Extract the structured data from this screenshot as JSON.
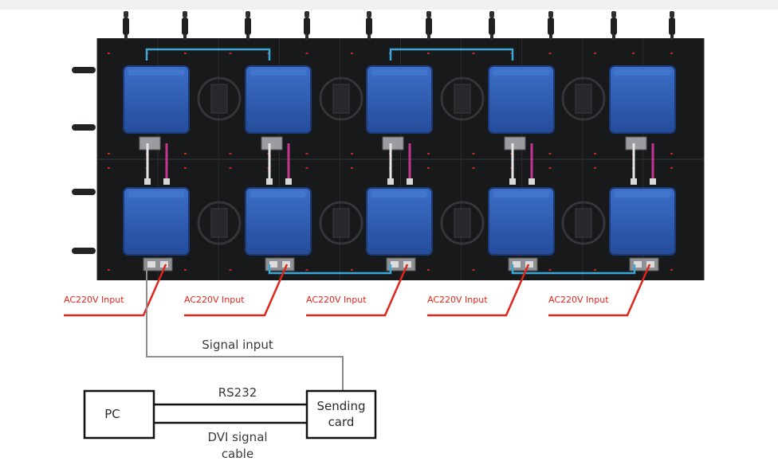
{
  "power_labels": [
    "AC220V Input",
    "AC220V Input",
    "AC220V Input",
    "AC220V Input",
    "AC220V Input"
  ],
  "signal_input_label": "Signal input",
  "pc_label": "PC",
  "sending_card_label": [
    "Sending",
    "card"
  ],
  "rs232_label": "RS232",
  "dvi_label": [
    "DVI signal",
    "cable"
  ],
  "colors": {
    "wall_bg": "#18191b",
    "module_blue": "#2f5fb6",
    "data_cable": "#3aa7d6",
    "power_cable": "#e0251b",
    "signal_line": "#8c8c8c",
    "box_border": "#111111"
  },
  "icons": [
    "led-cabinet-icon",
    "power-connector-icon",
    "lifting-handle-icon"
  ]
}
